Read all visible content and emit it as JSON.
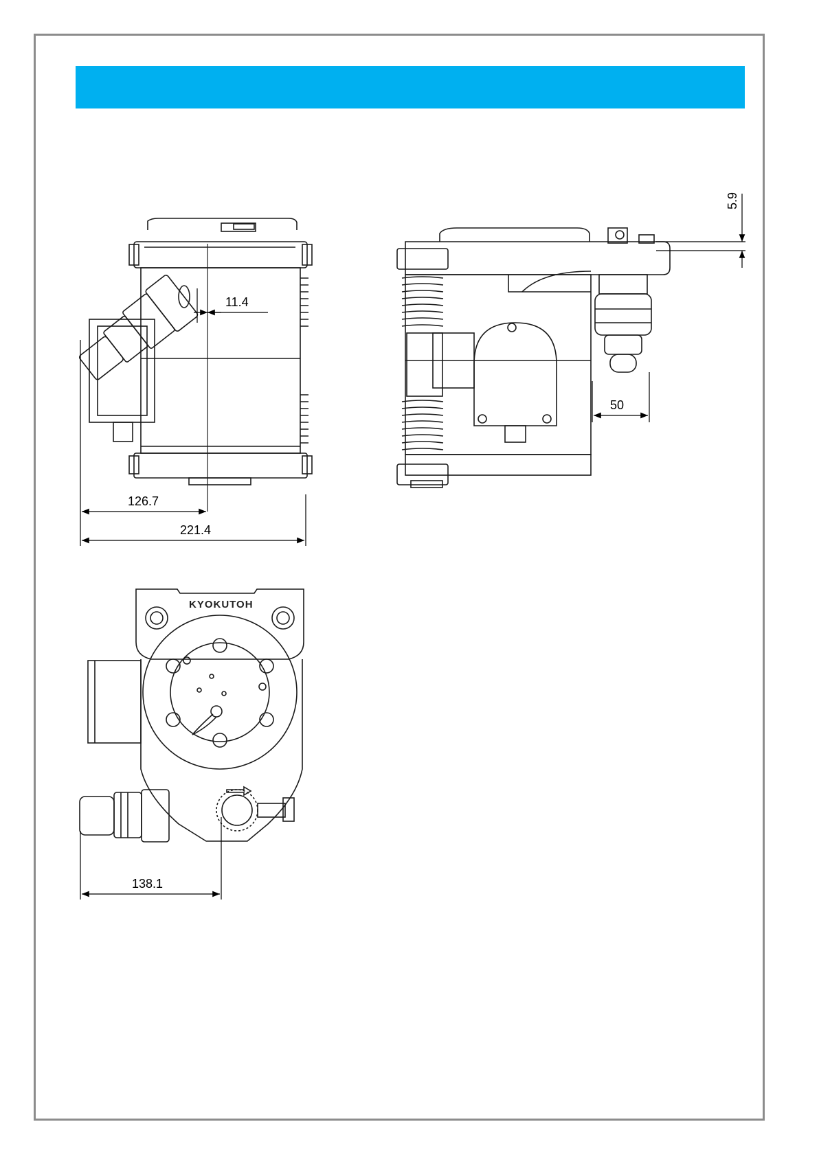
{
  "colors": {
    "title_bar": "#00b0f0",
    "frame": "#8c8c8c",
    "ink": "#1a1a1a"
  },
  "brand_mark": "KYOKUTOH",
  "dimensions": {
    "side_offset": "11.4",
    "side_center": "126.7",
    "side_width": "221.4",
    "front_top_offset": "5.9",
    "front_nozzle": "50",
    "bottom_nozzle": "138.1"
  }
}
